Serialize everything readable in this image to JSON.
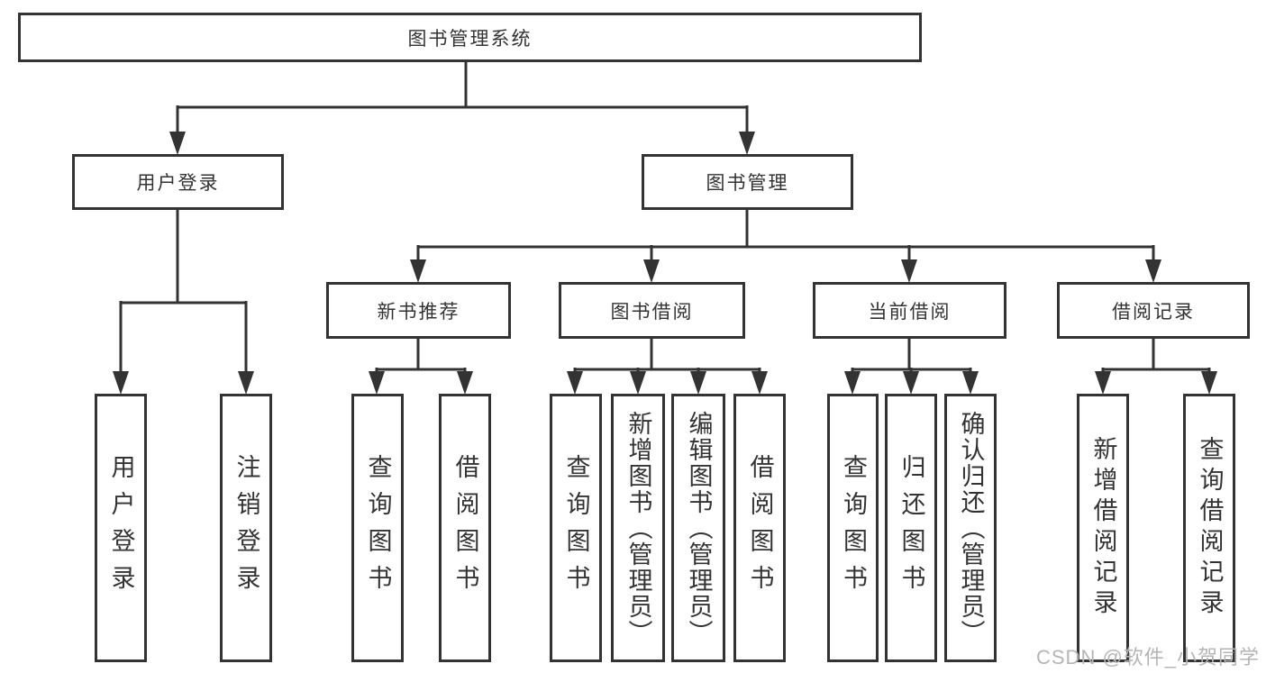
{
  "diagram": {
    "root": "图书管理系统",
    "branches": {
      "user_login": {
        "label": "用户登录",
        "leaves": [
          "用户登录",
          "注销登录"
        ]
      },
      "book_management": {
        "label": "图书管理",
        "children": {
          "new_book_recommend": {
            "label": "新书推荐",
            "leaves": [
              "查询图书",
              "借阅图书"
            ]
          },
          "book_borrowing": {
            "label": "图书借阅",
            "leaves": [
              "查询图书",
              "新增图书（管理员）",
              "编辑图书（管理员）",
              "借阅图书"
            ]
          },
          "current_borrowing": {
            "label": "当前借阅",
            "leaves": [
              "查询图书",
              "归还图书",
              "确认归还（管理员）"
            ]
          },
          "borrow_records": {
            "label": "借阅记录",
            "leaves": [
              "新增借阅记录",
              "查询借阅记录"
            ]
          }
        }
      }
    },
    "watermark": "CSDN @软件_小贺同学"
  },
  "colors": {
    "line": "#333333",
    "text": "#333333",
    "node_background": "#ffffff",
    "page_background": "#ffffff",
    "watermark": "#b5b5b5"
  }
}
